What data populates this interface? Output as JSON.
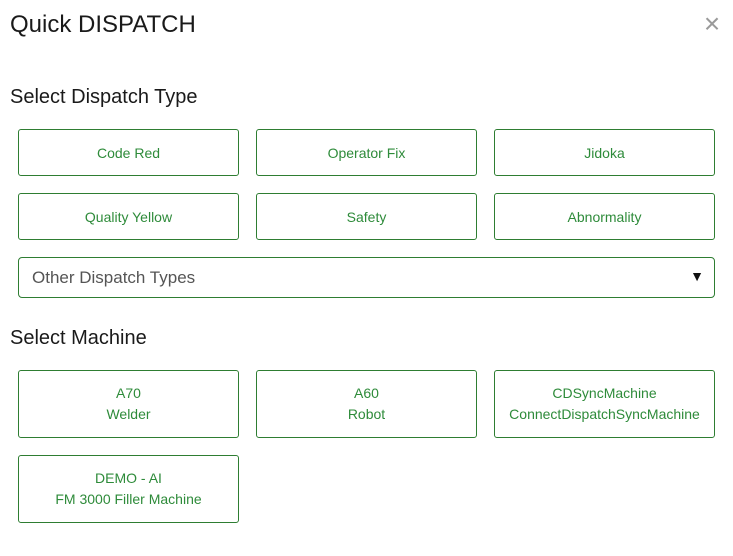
{
  "header": {
    "title": "Quick DISPATCH",
    "close_glyph": "×"
  },
  "dispatch": {
    "section_title": "Select Dispatch Type",
    "types": [
      {
        "label": "Code Red"
      },
      {
        "label": "Operator Fix"
      },
      {
        "label": "Jidoka"
      },
      {
        "label": "Quality Yellow"
      },
      {
        "label": "Safety"
      },
      {
        "label": "Abnormality"
      }
    ],
    "other_select": {
      "selected": "Other Dispatch Types",
      "arrow_glyph": "▼"
    }
  },
  "machine": {
    "section_title": "Select Machine",
    "items": [
      {
        "code": "A70",
        "name": "Welder"
      },
      {
        "code": "A60",
        "name": "Robot"
      },
      {
        "code": "CDSyncMachine",
        "name": "ConnectDispatchSyncMachine"
      },
      {
        "code": "DEMO - AI",
        "name": "FM 3000 Filler Machine"
      }
    ]
  },
  "colors": {
    "accent": "#2e8b3a",
    "border": "#2e7d32",
    "close": "#9a9a9a"
  }
}
